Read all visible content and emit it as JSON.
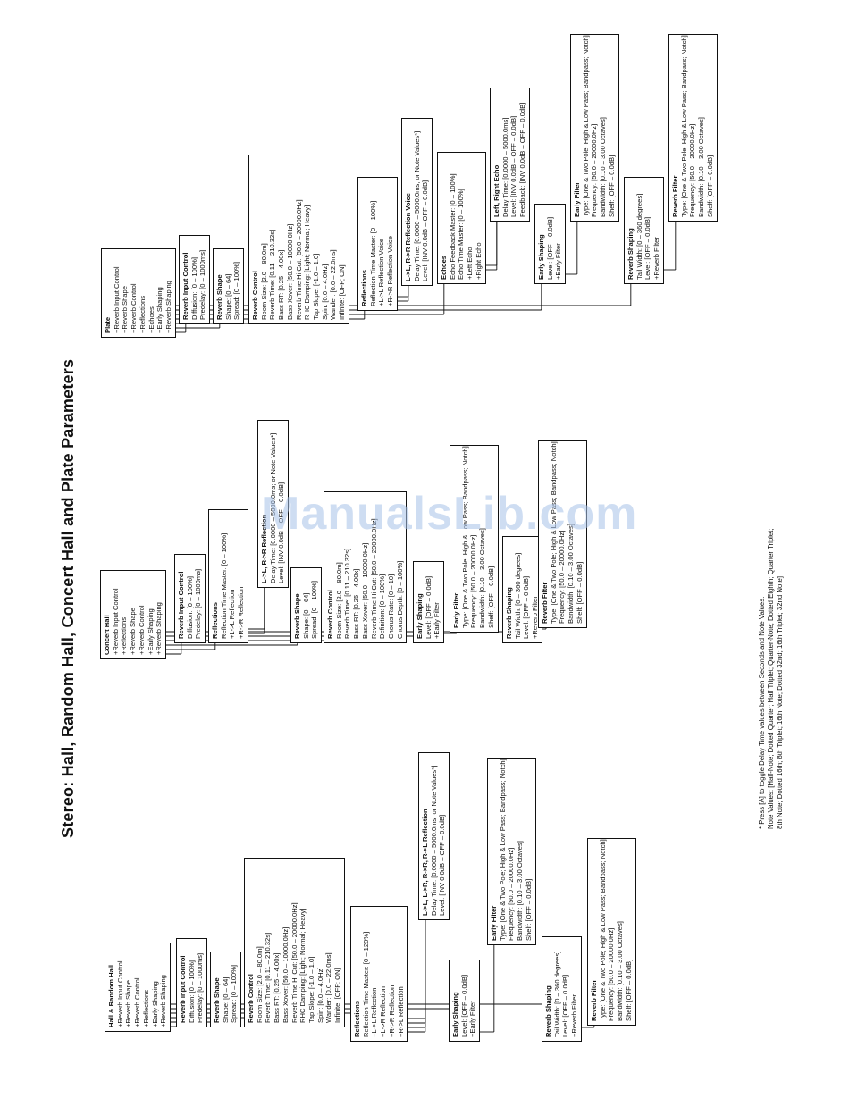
{
  "title": "Stereo: Hall, Random Hall, Concert Hall and Plate Parameters",
  "watermark": "ManualsLib.com",
  "footnote": [
    "* Press [A] to toggle Delay Time values between Seconds and Note Values.",
    "Note Values: [Half-Note; Dotted Quarter; Half Triplet; Quarter-Note; Dotted Eighth; Quarter Triplet;",
    "8th Note; Dotted 16th; 8th Triplet; 16th Note; Dotted 32nd; 16th Triplet; 32nd Note]"
  ],
  "hall": {
    "main": {
      "title": "Hall & Random Hall",
      "lines": [
        "+Reverb Input Control",
        "+Reverb Shape",
        "+Reverb Control",
        "+Reflections",
        "+Early Shaping",
        "+Reverb Shaping"
      ]
    },
    "input": {
      "title": "Reverb Input Control",
      "lines": [
        "Diffusion: [0 – 100%]",
        "Predelay: [0 – 1000ms]"
      ]
    },
    "shape": {
      "title": "Reverb Shape",
      "lines": [
        "Shape: [0 – 64]",
        "Spread: [0 – 100%]"
      ]
    },
    "control": {
      "title": "Reverb Control",
      "lines": [
        "Room Size: [2.0 – 80.0m]",
        "Reverb Time: [0.11 – 210.32s]",
        "Bass RT: [0.25 – 4.00x]",
        "Bass Xover: [50.0 – 10000.0Hz]",
        "Reverb Time Hi Cut: [50.0 – 20000.0Hz]",
        "RHC Damping: [Light; Normal; Heavy]",
        "Tap Slope: [-1.0 – 1.0]",
        "Spin: [0.0 – 4.0Hz]",
        "Wander: [0.0 – 22.0ms]",
        "Infinite: [OFF; ON]"
      ]
    },
    "reflections": {
      "title": "Reflections",
      "lines": [
        "Reflection Time Master: [0 – 120%]",
        "+L->L Reflection",
        "+L->R Reflection",
        "+R->R Reflection",
        "+R->L Reflection"
      ]
    },
    "refvoice": {
      "title": "L->L, L->R, R->R, R->L Reflection",
      "lines": [
        "Delay Time: [0.0000 – 5000.0ms; or Note Values*]",
        "Level: [INV 0.0dB – OFF – 0.0dB]"
      ]
    },
    "early": {
      "title": "Early Shaping",
      "lines": [
        "Level: [OFF – 0.0dB]",
        "+Early Filter"
      ]
    },
    "efilter": {
      "title": "Early Filter",
      "lines": [
        "Type: [One & Two Pole; High & Low Pass; Bandpass; Notch]",
        "Frequency: [50.0 – 20000.0Hz]",
        "Bandwidth: [0.10 – 3.00 Octaves]",
        "Shelf: [OFF – 0.0dB]"
      ]
    },
    "rshaping": {
      "title": "Reverb Shaping",
      "lines": [
        "Tail Width: [0 – 360 degrees]",
        "Level: [OFF – 0.0dB]",
        "+Reverb Filter"
      ]
    },
    "rfilter": {
      "title": "Reverb Filter",
      "lines": [
        "Type: [One & Two Pole; High & Low Pass; Bandpass; Notch]",
        "Frequency: [50.0 – 20000.0Hz]",
        "Bandwidth: [0.10 – 3.00 Octaves]",
        "Shelf: [OFF – 0.0dB]"
      ]
    }
  },
  "concert": {
    "main": {
      "title": "Concert Hall",
      "lines": [
        "+Reverb Input Control",
        "+Reflections",
        "+Reverb Shape",
        "+Reverb Control",
        "+Early Shaping",
        "+Reverb Shaping"
      ]
    },
    "input": {
      "title": "Reverb Input Control",
      "lines": [
        "Diffusion: [0 – 100%]",
        "Predelay: [0 – 1000ms]"
      ]
    },
    "reflections": {
      "title": "Reflections",
      "lines": [
        "Reflection Time Master: [0 – 100%]",
        "+L->L Reflection",
        "+R->R Reflection"
      ]
    },
    "refvoice": {
      "title": "L->L, R->R Reflection",
      "lines": [
        "Delay Time: [0.0000 – 5000.0ms; or Note Values*]",
        "Level: [INV 0.0dB – OFF – 0.0dB]"
      ]
    },
    "shape": {
      "title": "Reverb Shape",
      "lines": [
        "Shape: [0 – 64]",
        "Spread: [0 – 100%]"
      ]
    },
    "control": {
      "title": "Reverb Control",
      "lines": [
        "Room Size: [2.0 – 80.0m]",
        "Reverb Time: [0.11 – 210.32s]",
        "Bass RT: [0.25 – 4.00x]",
        "Bass Xover: [50.0 – 10000.0Hz]",
        "Reverb Time Hi Cut: [50.0 – 20000.0Hz]",
        "Definition: [0 – 100%]",
        "Chorus Rate: [0 – 10]",
        "Chorus Depth: [0 – 100%]"
      ]
    },
    "early": {
      "title": "Early Shaping",
      "lines": [
        "Level: [OFF – 0.0dB]",
        "+Early Filter"
      ]
    },
    "efilter": {
      "title": "Early Filter",
      "lines": [
        "Type: [One & Two Pole; High & Low Pass; Bandpass; Notch]",
        "Frequency: [50.0 – 20000.0Hz]",
        "Bandwidth: [0.10 – 3.00 Octaves]",
        "Shelf: [OFF – 0.0dB]"
      ]
    },
    "rshaping": {
      "title": "Reverb Shaping",
      "lines": [
        "Tail Width: [0 – 360 degrees]",
        "Level: [OFF – 0.0dB]",
        "+Reverb Filter"
      ]
    },
    "rfilter": {
      "title": "Reverb Filter",
      "lines": [
        "Type: [One & Two Pole; High & Low Pass; Bandpass; Notch]",
        "Frequency: [50.0 – 20000.0Hz]",
        "Bandwidth: [0.10 – 3.00 Octaves]",
        "Shelf: [OFF – 0.0dB]"
      ]
    }
  },
  "plate": {
    "main": {
      "title": "Plate",
      "lines": [
        "+Reverb Input Control",
        "+Reverb Shape",
        "+Reverb Control",
        "+Reflections",
        "+Echoes",
        "+Early Shaping",
        "+Reverb Shaping"
      ]
    },
    "input": {
      "title": "Reverb Input Control",
      "lines": [
        "Diffusion: [0 – 100%]",
        "Predelay: [0 – 1000ms]"
      ]
    },
    "shape": {
      "title": "Reverb Shape",
      "lines": [
        "Shape: [0 – 64]",
        "Spread: [0 – 100%]"
      ]
    },
    "control": {
      "title": "Reverb Control",
      "lines": [
        "Room Size: [2.0 – 80.0m]",
        "Reverb Time: [0.11 – 210.32s]",
        "Bass RT: [0.25 – 4.00x]",
        "Bass Xover: [50.0 – 10000.0Hz]",
        "Reverb Time Hi Cut: [50.0 – 20000.0Hz]",
        "RHC Damping: [Light; Normal; Heavy]",
        "Tap Slope: [-1.0 – 1.0]",
        "Spin: [0.0 – 4.0Hz]",
        "Wander: [0.0 – 22.0ms]",
        "Infinite: [OFF; ON]"
      ]
    },
    "reflections": {
      "title": "Reflections",
      "lines": [
        "Reflection Time Master: [0 – 100%]",
        "+L->L Reflection Voice",
        "+R->R Reflection Voice"
      ]
    },
    "refvoice": {
      "title": "L->L, R->R Reflection Voice",
      "lines": [
        "Delay Time: [0.0000 – 5000.0ms; or Note Values*]",
        "Level: [INV 0.0dB – OFF – 0.0dB]"
      ]
    },
    "echoes": {
      "title": "Echoes",
      "lines": [
        "Echo Feedback Master: [0 – 100%]",
        "Echo Time Master: [0 – 100%]",
        "+Left Echo",
        "+Right Echo"
      ]
    },
    "lrecho": {
      "title": "Left, Right Echo",
      "lines": [
        "Delay Time: [0.0000 – 5000.0ms]",
        "Level: [INV 0.0dB – OFF – 0.0dB]",
        "Feedback: [INV 0.0dB – OFF – 0.0dB]"
      ]
    },
    "early": {
      "title": "Early Shaping",
      "lines": [
        "Level: [OFF – 0.0dB]",
        "+Early Filter"
      ]
    },
    "efilter": {
      "title": "Early Filter",
      "lines": [
        "Type: [One & Two Pole; High & Low Pass; Bandpass; Notch]",
        "Frequency: [50.0 – 20000.0Hz]",
        "Bandwidth: [0.10 – 3.00 Octaves]",
        "Shelf: [OFF – 0.0dB]"
      ]
    },
    "rshaping": {
      "title": "Reverb Shaping",
      "lines": [
        "Tail Width: [0 – 360 degrees]",
        "Level: [OFF – 0.0dB]",
        "+Reverb Filter"
      ]
    },
    "rfilter": {
      "title": "Reverb Filter",
      "lines": [
        "Type: [One & Two Pole; High & Low Pass; Bandpass; Notch]",
        "Frequency: [50.0 – 20000.0Hz]",
        "Bandwidth: [0.10 – 3.00 Octaves]",
        "Shelf: [OFF – 0.0dB]"
      ]
    }
  }
}
